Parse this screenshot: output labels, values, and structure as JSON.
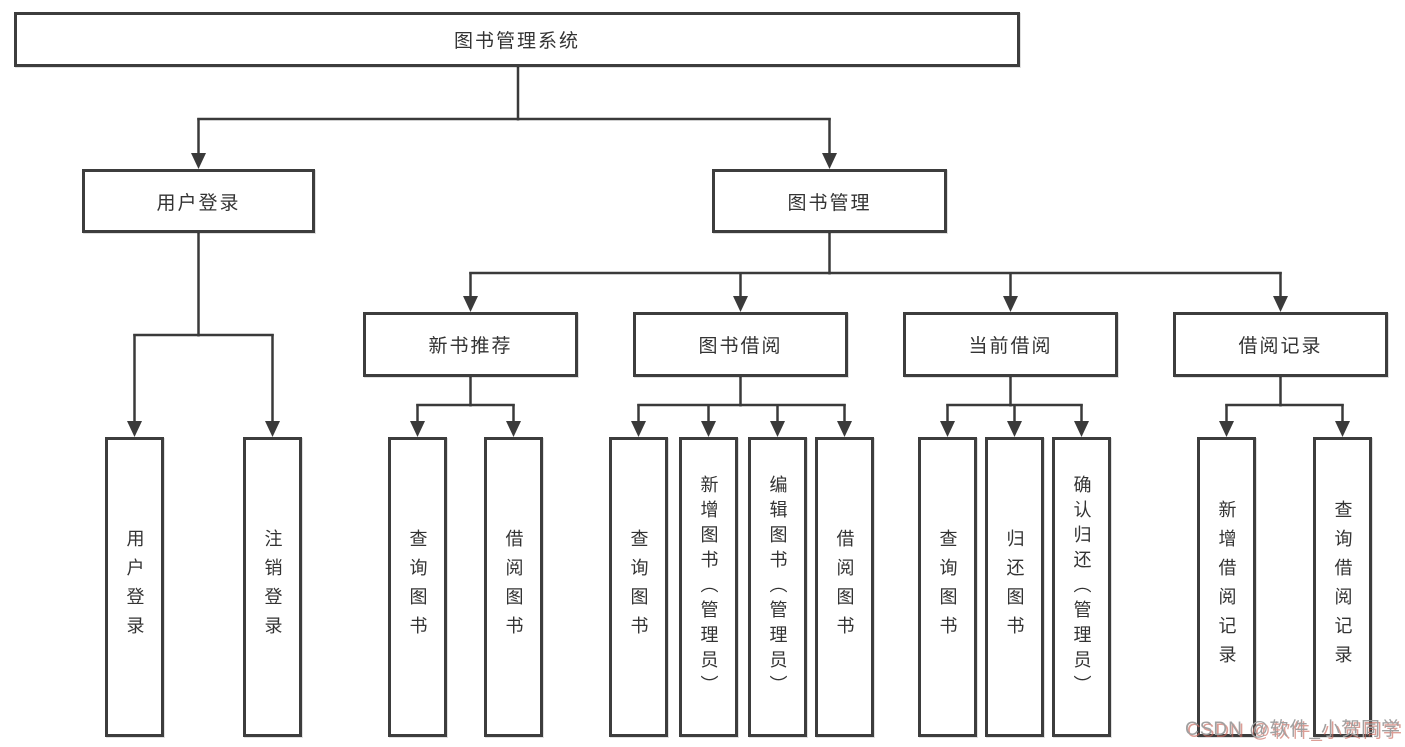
{
  "diagram": {
    "title": "图书管理系统",
    "type": "hierarchy-tree",
    "colors": {
      "line": "#3a3a3a",
      "box_border": "#3d3d3d",
      "box_fill": "#ffffff",
      "text": "#333333",
      "background": "#ffffff",
      "watermark_text": "#a0a0a0",
      "watermark_shadow": "#c96a5d"
    },
    "nodes": {
      "root": "图书管理系统",
      "user_login": "用户登录",
      "book_mgmt": "图书管理",
      "new_book_rec": "新书推荐",
      "book_borrow": "图书借阅",
      "current_borrow": "当前借阅",
      "borrow_record": "借阅记录",
      "leaf_user_login": "用户登录",
      "leaf_logout": "注销登录",
      "leaf_query_book_1": "查询图书",
      "leaf_borrow_book_1": "借阅图书",
      "leaf_query_book_2": "查询图书",
      "leaf_add_book": "新增图书（管理员）",
      "leaf_edit_book": "编辑图书（管理员）",
      "leaf_borrow_book_2": "借阅图书",
      "leaf_query_book_3": "查询图书",
      "leaf_return_book": "归还图书",
      "leaf_confirm_return": "确认归还（管理员）",
      "leaf_add_record": "新增借阅记录",
      "leaf_query_record": "查询借阅记录"
    },
    "edges": [
      "图书管理系统→用户登录",
      "图书管理系统→图书管理",
      "用户登录→用户登录",
      "用户登录→注销登录",
      "图书管理→新书推荐",
      "图书管理→图书借阅",
      "图书管理→当前借阅",
      "图书管理→借阅记录",
      "新书推荐→查询图书",
      "新书推荐→借阅图书",
      "图书借阅→查询图书",
      "图书借阅→新增图书（管理员）",
      "图书借阅→编辑图书（管理员）",
      "图书借阅→借阅图书",
      "当前借阅→查询图书",
      "当前借阅→归还图书",
      "当前借阅→确认归还（管理员）",
      "借阅记录→新增借阅记录",
      "借阅记录→查询借阅记录"
    ],
    "watermark": {
      "text": "CSDN @软件_小贺同学"
    }
  }
}
